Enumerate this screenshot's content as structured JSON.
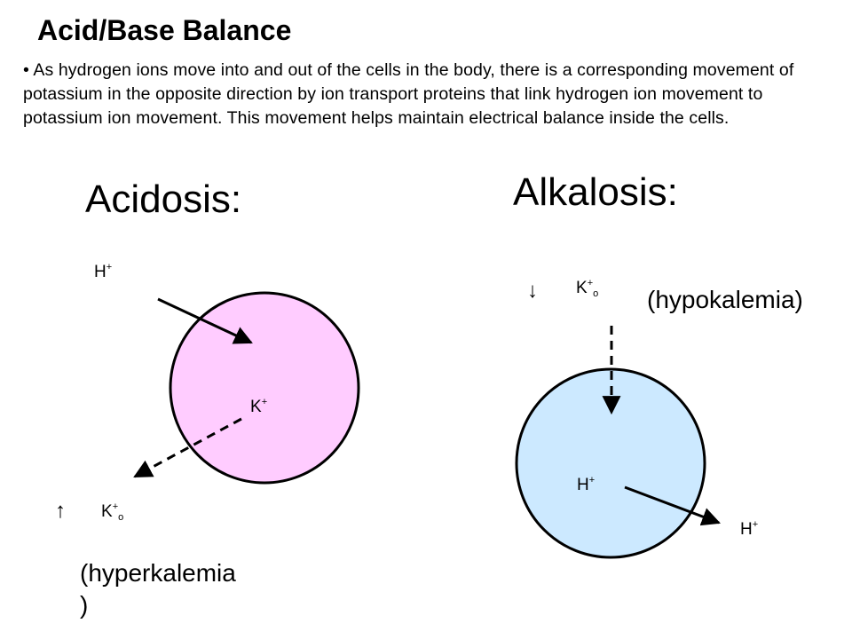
{
  "title": "Acid/Base Balance",
  "bullet": "• As hydrogen ions move into and out of the cells in the body, there is a corresponding movement of potassium in the opposite direction by ion transport proteins that link hydrogen ion movement to potassium ion movement. This movement helps maintain electrical balance inside the cells.",
  "acidosis": {
    "heading": "Acidosis:",
    "h_ion": "H",
    "k_inside": "K",
    "k_outside": "K",
    "k_outside_sub": "o",
    "plus": "+",
    "arrow": "↑",
    "condition_line1": "(hyperkalemia",
    "condition_line2": ")",
    "cell_color": "#ffccff"
  },
  "alkalosis": {
    "heading": "Alkalosis:",
    "k_outside": "K",
    "k_outside_sub": "o",
    "h_inside": "H",
    "h_outside": "H",
    "plus": "+",
    "arrow": "↓",
    "condition": "(hypokalemia)",
    "cell_color": "#cce9ff"
  }
}
